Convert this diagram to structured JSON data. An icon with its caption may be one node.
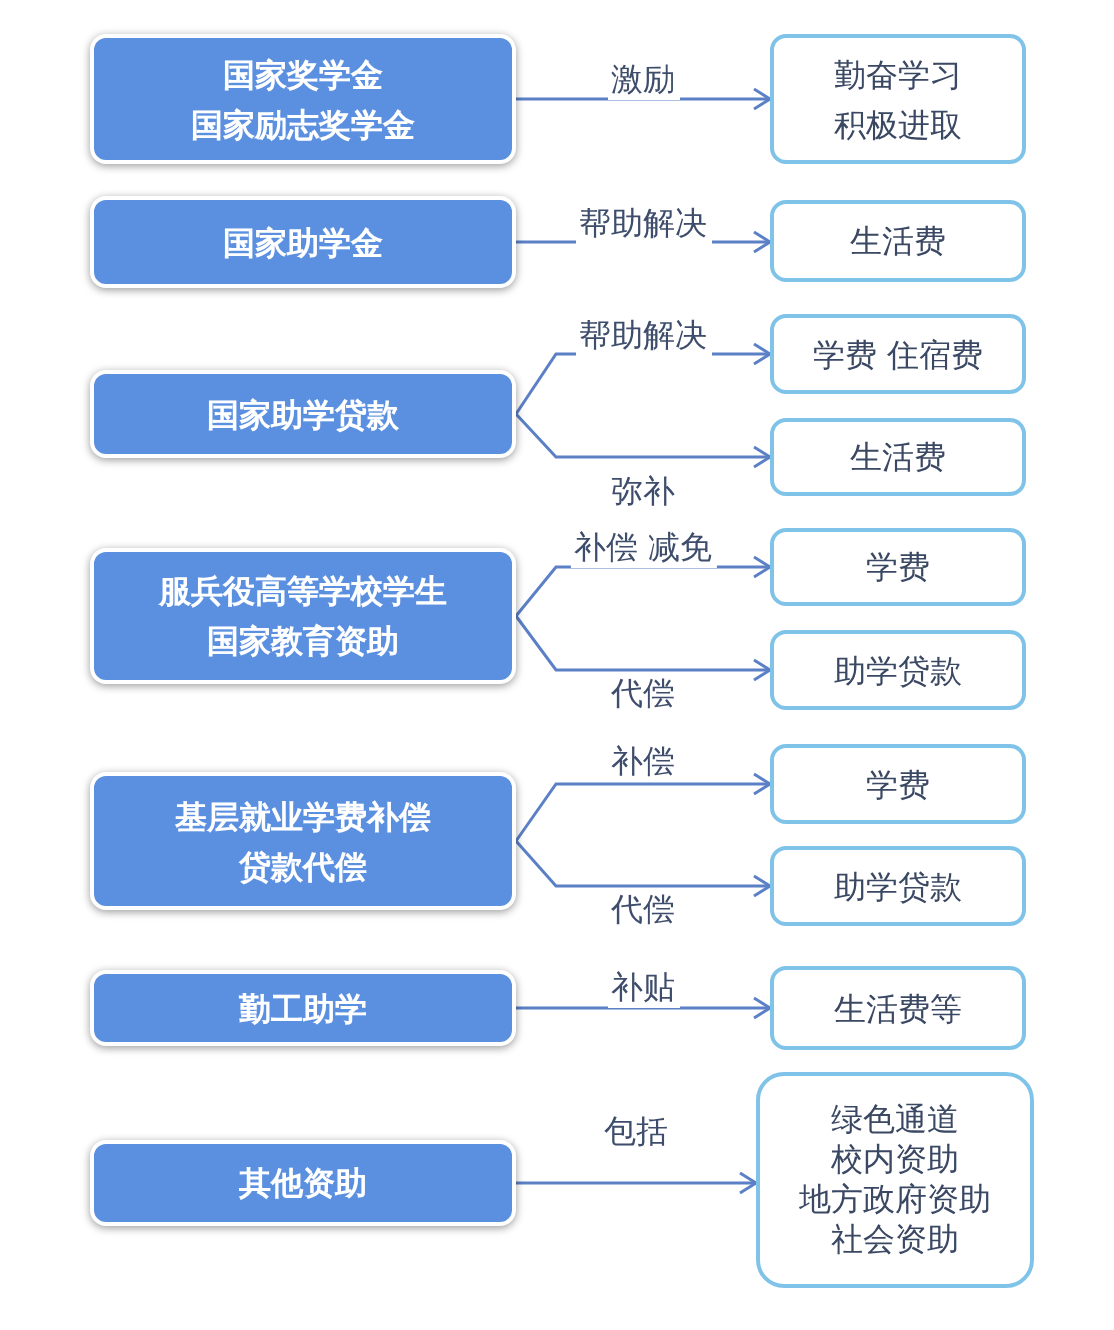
{
  "diagram": {
    "nodes": [
      {
        "text": [
          "国家奖学金",
          "国家励志奖学金"
        ]
      },
      {
        "text": [
          "勤奋学习",
          "积极进取"
        ]
      },
      {
        "text": [
          "国家助学金"
        ]
      },
      {
        "text": [
          "生活费"
        ]
      },
      {
        "text": [
          "国家助学贷款"
        ]
      },
      {
        "text": [
          "学费 住宿费"
        ]
      },
      {
        "text": [
          "生活费"
        ]
      },
      {
        "text": [
          "服兵役高等学校学生国家教育资助"
        ]
      },
      {
        "text": [
          "学费"
        ]
      },
      {
        "text": [
          "助学贷款"
        ]
      },
      {
        "text": [
          "基层就业学费补偿贷款代偿"
        ]
      },
      {
        "text": [
          "学费"
        ]
      },
      {
        "text": [
          "助学贷款"
        ]
      },
      {
        "text": [
          "勤工助学"
        ]
      },
      {
        "text": [
          "生活费等"
        ]
      },
      {
        "text": [
          "其他资助"
        ]
      },
      {
        "text": [
          "绿色通道",
          "校内资助",
          "地方政府资助",
          "社会资助"
        ]
      }
    ],
    "edges": [
      {
        "from": 0,
        "to": 1,
        "arrow": "to",
        "label": "激励"
      },
      {
        "from": 2,
        "to": 3,
        "arrow": "to",
        "label": "帮助解决"
      },
      {
        "from": 4,
        "to": 5,
        "arrow": "to",
        "label": "帮助解决"
      },
      {
        "from": 4,
        "to": 6,
        "arrow": "to",
        "label": "弥补"
      },
      {
        "from": 7,
        "to": 8,
        "arrow": "to",
        "label": "补偿 减免"
      },
      {
        "from": 7,
        "to": 9,
        "arrow": "to",
        "label": "代偿"
      },
      {
        "from": 10,
        "to": 11,
        "arrow": "to",
        "label": "补偿"
      },
      {
        "from": 10,
        "to": 12,
        "arrow": "to",
        "label": "代偿"
      },
      {
        "from": 13,
        "to": 14,
        "arrow": "to",
        "label": "补贴"
      },
      {
        "from": 15,
        "to": 16,
        "arrow": "to",
        "label": "包括"
      }
    ]
  }
}
